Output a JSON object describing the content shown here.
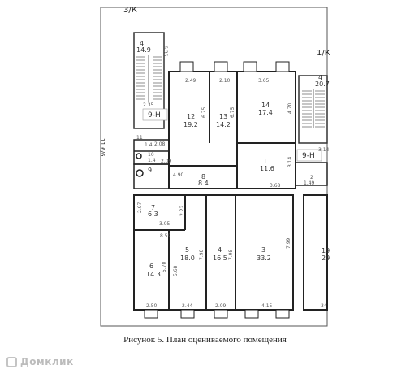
{
  "plan": {
    "labels": {
      "axis_3": "3/К",
      "axis_1": "1/К",
      "axis_side": "11 6/6",
      "staircase_tag": "9-Н"
    },
    "rooms": {
      "r4_top": {
        "num": "4",
        "area": "14.9"
      },
      "r4_right": {
        "num": "4",
        "area": "20.7"
      },
      "r12": {
        "num": "12",
        "area": "19.2"
      },
      "r13": {
        "num": "13",
        "area": "14.2"
      },
      "r14": {
        "num": "14",
        "area": "17.4"
      },
      "r1": {
        "num": "1",
        "area": "11.6"
      },
      "r11": {
        "num": "11",
        "area": "1.4"
      },
      "r10": {
        "num": "10",
        "area": "1.4"
      },
      "r9": {
        "num": "9",
        "area": ""
      },
      "r8": {
        "num": "8",
        "area": "8.4"
      },
      "r7": {
        "num": "7",
        "area": "6.3"
      },
      "r6": {
        "num": "6",
        "area": "14.3"
      },
      "r5": {
        "num": "5",
        "area": "18.0"
      },
      "r4": {
        "num": "4",
        "area": "16.5"
      },
      "r3": {
        "num": "3",
        "area": "33.2"
      },
      "r2": {
        "num": "2",
        "area": "1.49"
      },
      "r19": {
        "num": "19",
        "area": "29"
      }
    },
    "dims": {
      "d636": "6.36",
      "d249": "2.49",
      "d210": "2.10",
      "d365": "3.65",
      "d235": "2.35",
      "d675a": "6.75",
      "d675b": "6.75",
      "d470": "4.70",
      "d314": "3.14",
      "d208": "2.08",
      "d209top": "2.09",
      "d490": "4.90",
      "d368": "3.68",
      "d207": "2.07",
      "d222": "2.22",
      "d305": "3.05",
      "d859": "8.59",
      "d570": "5.70",
      "d568": "5.68",
      "d790": "7.90",
      "d798": "7.98",
      "d799": "7.99",
      "d250": "2.50",
      "d244": "2.44",
      "d209": "2.09",
      "d415": "4.15",
      "d34": "34"
    }
  },
  "caption": "Рисунок 5. План оцениваемого помещения",
  "watermark": "Домклик"
}
